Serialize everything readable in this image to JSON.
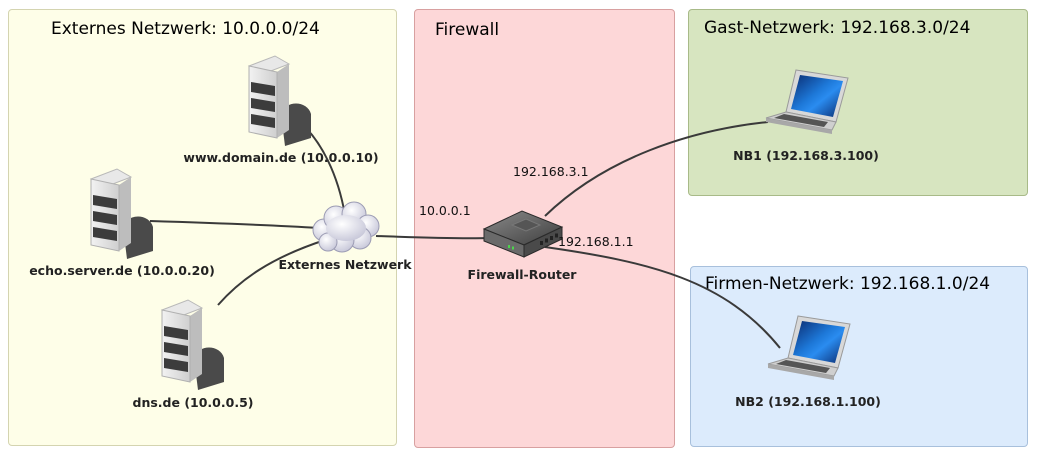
{
  "zones": {
    "external": {
      "title": "Externes Netzwerk: 10.0.0.0/24",
      "fill": "#fefee8",
      "border": "#d4d4b0"
    },
    "firewall": {
      "title": "Firewall",
      "fill": "#fdd7d8",
      "border": "#d8a0a0"
    },
    "guest": {
      "title": "Gast-Netzwerk: 192.168.3.0/24",
      "fill": "#d7e5c0",
      "border": "#a8ba88"
    },
    "company": {
      "title": "Firmen-Netzwerk: 192.168.1.0/24",
      "fill": "#dcebfc",
      "border": "#a8c0dc"
    }
  },
  "nodes": {
    "www_server": {
      "label": "www.domain.de (10.0.0.10)",
      "icon": "server-icon"
    },
    "echo_server": {
      "label": "echo.server.de (10.0.0.20)",
      "icon": "server-icon"
    },
    "dns_server": {
      "label": "dns.de (10.0.0.5)",
      "icon": "server-icon"
    },
    "cloud": {
      "label": "Externes Netzwerk",
      "icon": "cloud-icon"
    },
    "router": {
      "label": "Firewall-Router",
      "icon": "router-icon"
    },
    "nb1": {
      "label": "NB1 (192.168.3.100)",
      "icon": "laptop-icon"
    },
    "nb2": {
      "label": "NB2 (192.168.1.100)",
      "icon": "laptop-icon"
    }
  },
  "interfaces": {
    "ext": "10.0.0.1",
    "guest": "192.168.3.1",
    "company": "192.168.1.1"
  },
  "colors": {
    "link": "#3a3a3a"
  }
}
